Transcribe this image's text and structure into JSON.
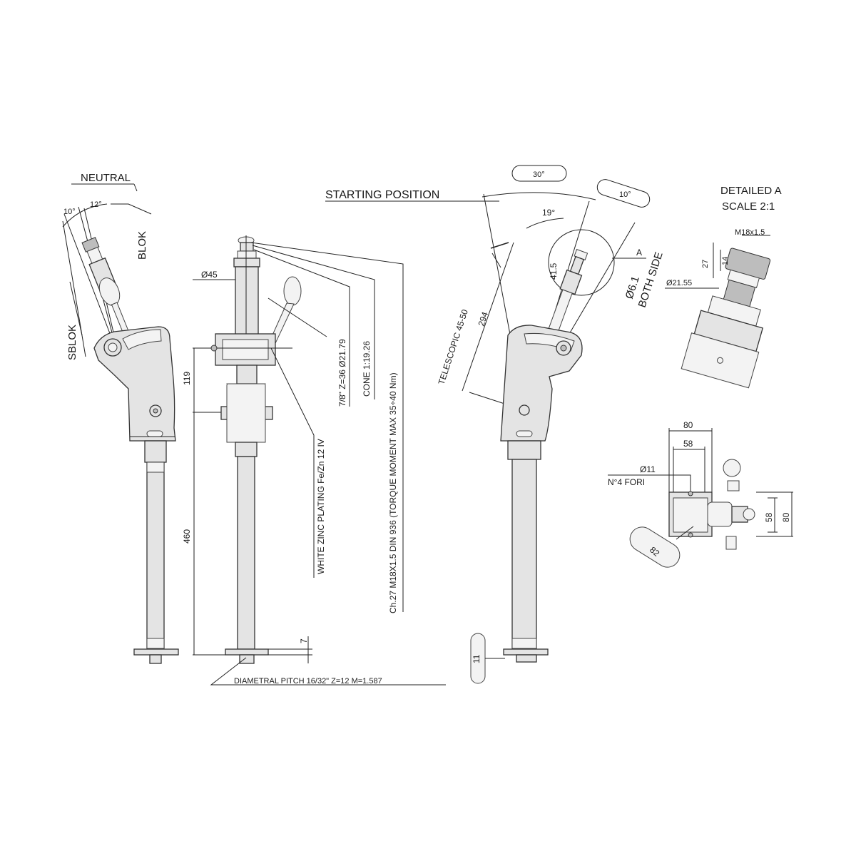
{
  "left_view": {
    "neutral": "NEUTRAL",
    "angle_10": "10°",
    "angle_12": "12°",
    "blok": "BLOK",
    "sblok": "SBLOK"
  },
  "front_view": {
    "dia_45": "Ø45",
    "dim_119": "119",
    "dim_460": "460",
    "dim_7": "7",
    "spline": "7/8\" Z=36 Ø21.79",
    "cone": "CONE   1:19.26",
    "thread": "Ch.27 M18X1.5 DIN 936 (TORQUE MOMENT MAX 35÷40 Nm)",
    "plating": "WHITE ZINC PLATING Fe/Zn 12 IV",
    "pitch": "DIAMETRAL PITCH 16/32\" Z=12 M=1.587"
  },
  "side_view": {
    "starting_position": "STARTING POSITION",
    "angle_30": "30°",
    "angle_10": "10°",
    "angle_19": "19°",
    "marker_a": "A",
    "dim_41_5": "41.5",
    "dia_6_1": "Ø6.1",
    "both_side": "BOTH SIDE",
    "dim_294": "294",
    "telescopic": "TELESCOPIC 45-50",
    "dim_11": "11"
  },
  "detail_a": {
    "title": "DETAILED A",
    "scale": "SCALE 2:1",
    "thread": "M18x1.5",
    "dim_14": "14",
    "dim_27": "27",
    "dia": "Ø21.55"
  },
  "plan_view": {
    "dim_80_top": "80",
    "dim_58_top": "58",
    "dia_11": "Ø11",
    "holes": "N°4 FORI",
    "dim_58_side": "58",
    "dim_80_side": "80",
    "dim_82": "82"
  }
}
